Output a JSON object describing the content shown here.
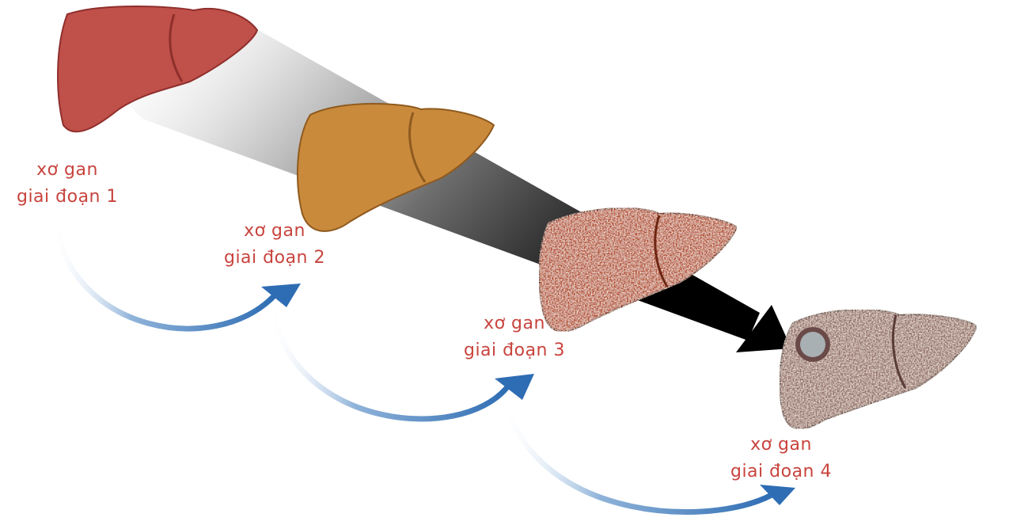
{
  "stages": [
    {
      "line1": "xơ gan",
      "line2": "giai đoạn 1",
      "liver_color": "#c0504a",
      "liver_shade": "#8f2f2c"
    },
    {
      "line1": "xơ gan",
      "line2": "giai đoạn 2",
      "liver_color": "#c98a3c",
      "liver_shade": "#8f5a1e"
    },
    {
      "line1": "xơ gan",
      "line2": "giai đoạn 3",
      "liver_color": "#b24a2a",
      "liver_shade": "#6e2612"
    },
    {
      "line1": "xơ gan",
      "line2": "giai đoạn 4",
      "liver_color": "#8f6a66",
      "liver_shade": "#5a3c39"
    }
  ],
  "colors": {
    "label_text": "#c8443e",
    "curved_arrow": "#2e6db4",
    "progress_arrow": "#111111"
  },
  "icons": [
    "liver-icon",
    "curved-arrow-icon",
    "progression-arrow-icon",
    "tumor-icon"
  ]
}
